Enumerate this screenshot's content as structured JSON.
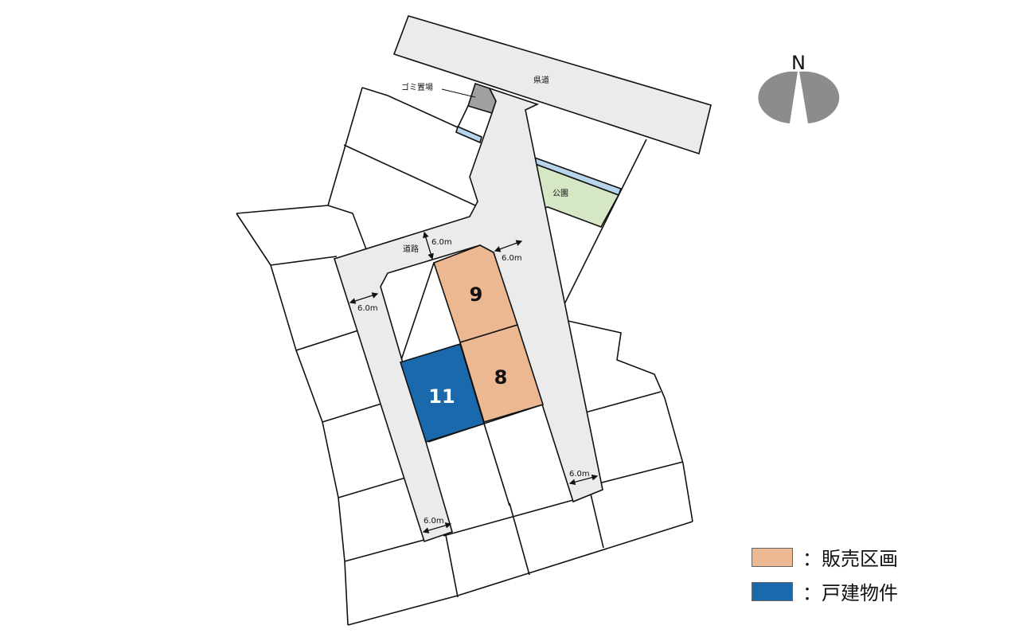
{
  "map": {
    "road_prefectural_label": "県道",
    "garbage_label": "ゴミ置場",
    "park_label": "公園",
    "road_label": "道路",
    "road_widths": [
      "6.0m",
      "6.0m",
      "6.0m",
      "6.0m",
      "6.0m"
    ],
    "lots": [
      {
        "number": "9",
        "status": "販売区画"
      },
      {
        "number": "8",
        "status": "販売区画"
      },
      {
        "number": "11",
        "status": "戸建物件"
      }
    ]
  },
  "compass": {
    "label": "N"
  },
  "legend": [
    {
      "label": "：販売区画",
      "color": "#ebb892"
    },
    {
      "label": "：戸建物件",
      "color": "#1a69ad"
    }
  ],
  "colors": {
    "road": "#ebebeb",
    "park": "#d5e7c4",
    "water": "#b8d4ea",
    "garbage": "#a0a0a0",
    "compass": "#8c8c8c"
  }
}
